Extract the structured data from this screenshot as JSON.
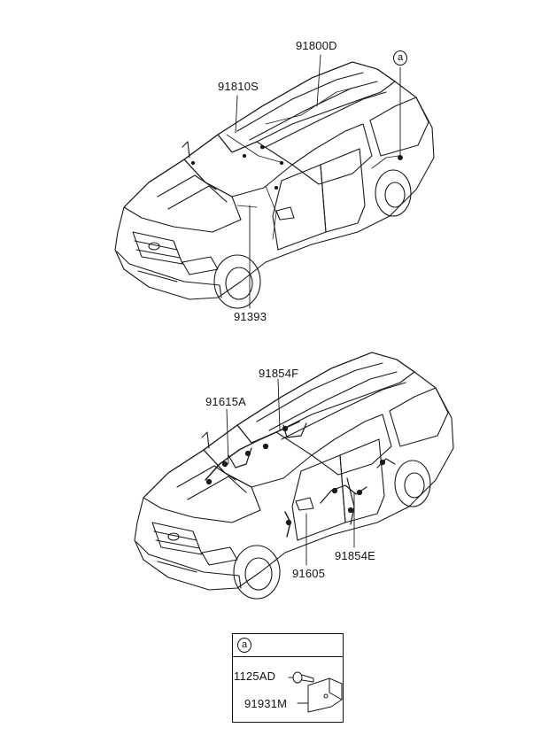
{
  "upper_view": {
    "labels": {
      "roof": "91800D",
      "cowl": "91810S",
      "floor": "91393"
    },
    "callout_badge": "a"
  },
  "lower_view": {
    "labels": {
      "roof": "91854F",
      "front": "91615A",
      "front_door": "91605",
      "rear_door": "91854E"
    }
  },
  "detail": {
    "badge": "a",
    "bolt": "1125AD",
    "bracket": "91931M"
  }
}
